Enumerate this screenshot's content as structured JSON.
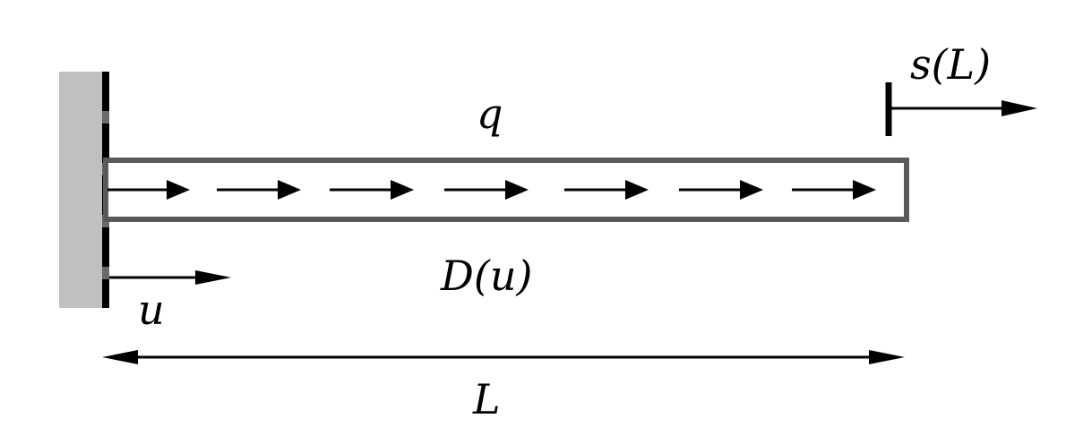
{
  "labels": {
    "distributed_load": "q",
    "stiffness": "D(u)",
    "coordinate": "u",
    "length": "L",
    "end_displacement": "s(L)"
  },
  "colors": {
    "wall_fill": "#c0c0c0",
    "bar_outline": "#5a5a5a",
    "ink": "#000000"
  },
  "load_arrow_count": 7
}
